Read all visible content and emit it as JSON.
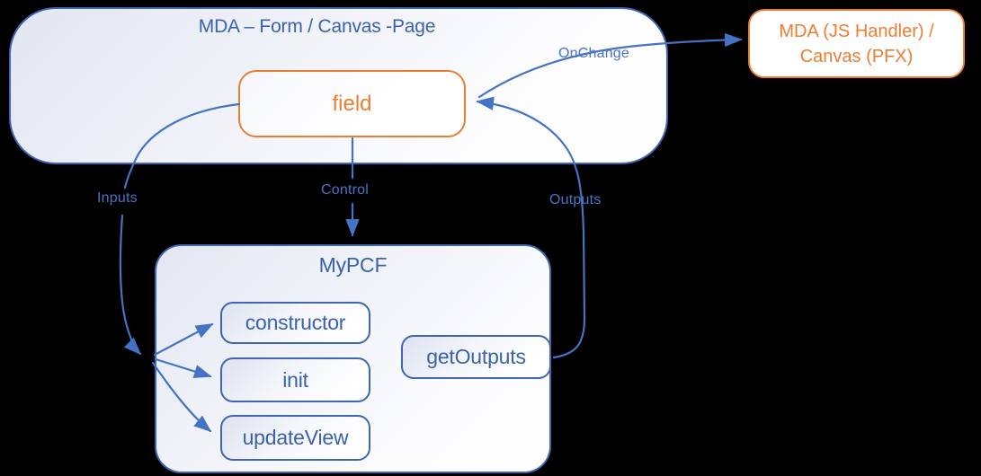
{
  "diagram": {
    "mda_container": {
      "title": "MDA – Form / Canvas -Page"
    },
    "field_node": {
      "label": "field"
    },
    "handler_node": {
      "label_line1": "MDA (JS Handler) /",
      "label_line2": "Canvas (PFX)"
    },
    "mypcf_container": {
      "title": "MyPCF",
      "methods": [
        {
          "label": "constructor"
        },
        {
          "label": "init"
        },
        {
          "label": "updateView"
        }
      ],
      "output_method": {
        "label": "getOutputs"
      }
    },
    "connectors": {
      "inputs_label": "Inputs",
      "control_label": "Control",
      "outputs_label": "Outputs",
      "onchange_label": "OnChange"
    },
    "colors": {
      "line_blue": "#4472C4",
      "box_border_blue": "#3E66B2",
      "text_blue": "#3A62AE",
      "label_blue": "#4874C6",
      "accent_orange": "#ED7D31",
      "background": "#000000"
    }
  }
}
